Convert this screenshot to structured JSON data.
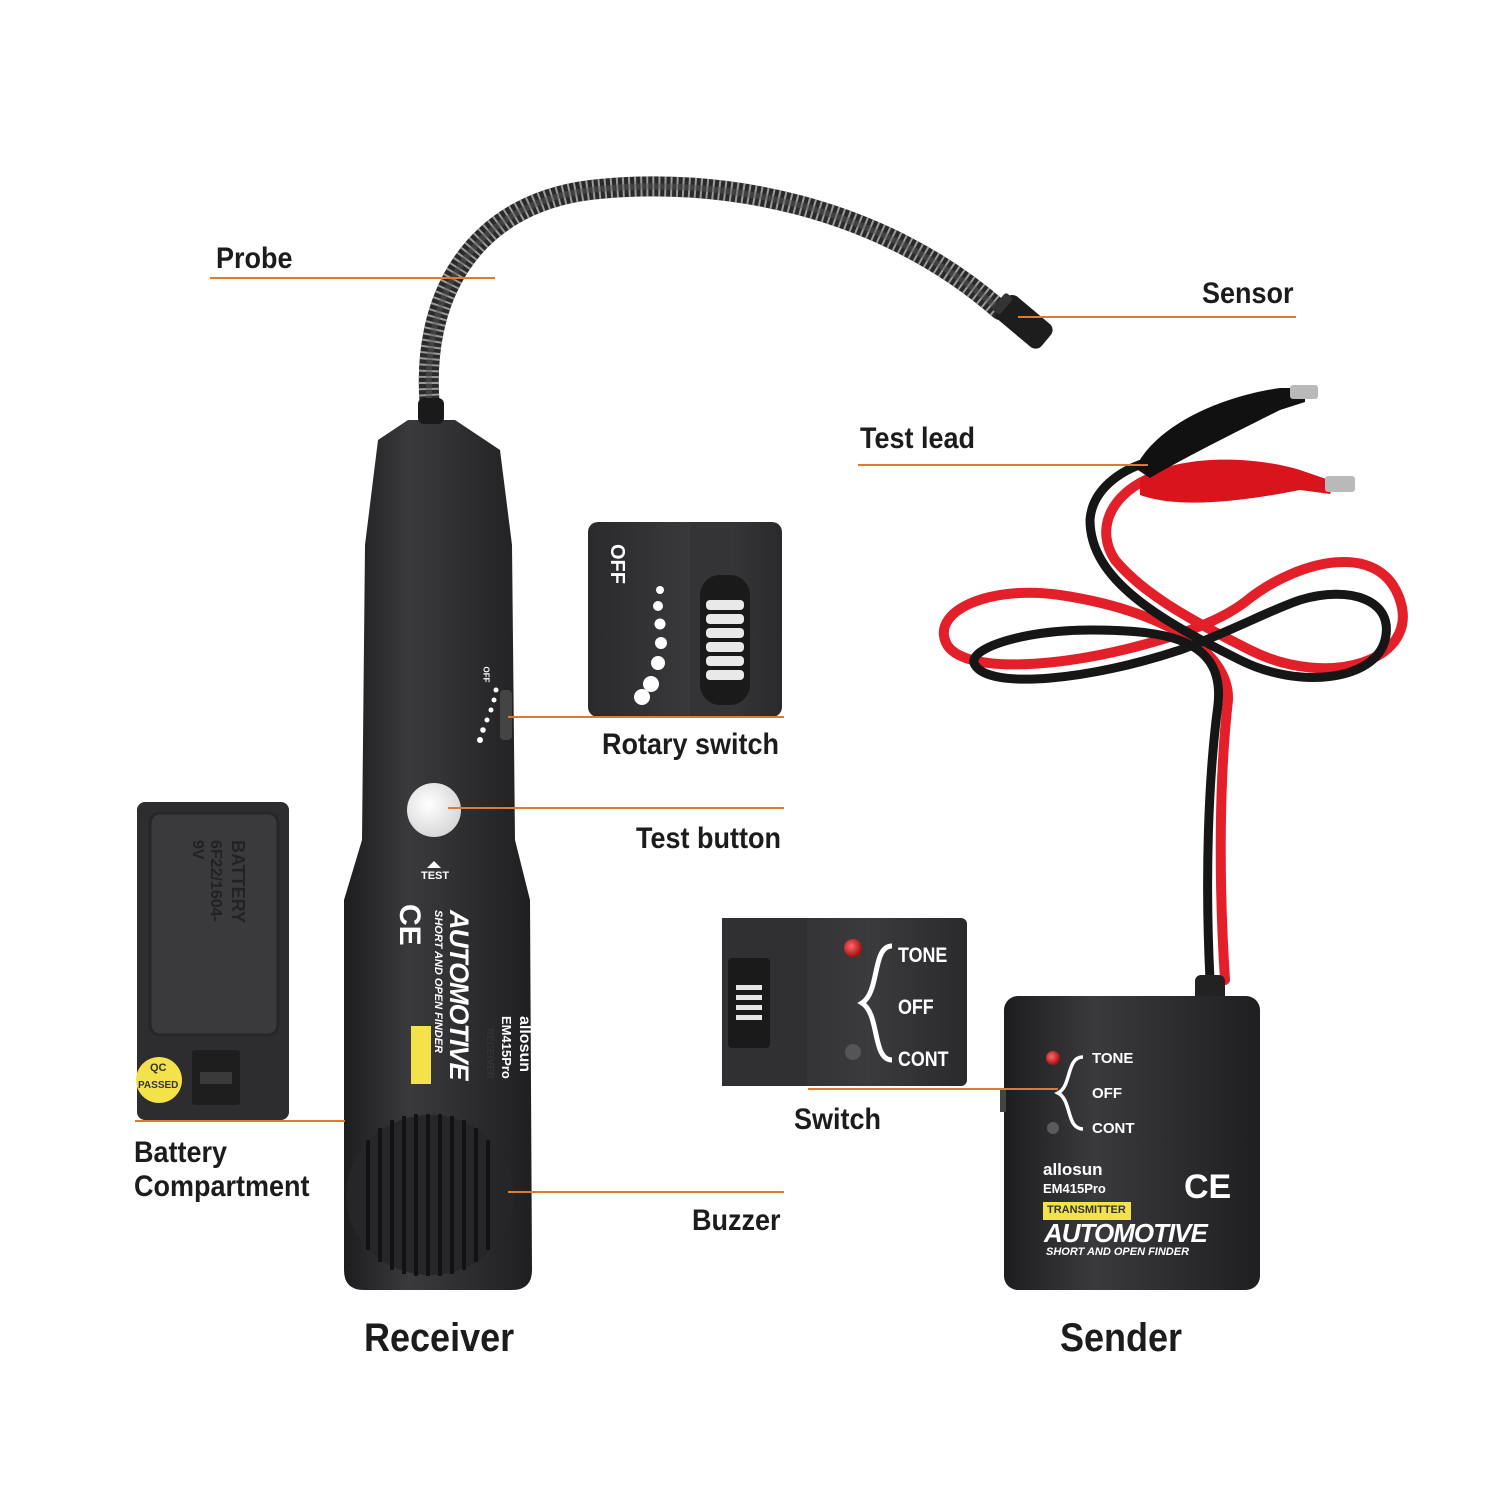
{
  "labels": {
    "probe": "Probe",
    "sensor": "Sensor",
    "test_lead": "Test lead",
    "rotary_switch": "Rotary switch",
    "test_button": "Test button",
    "battery_line1": "Battery",
    "battery_line2": "Compartment",
    "buzzer": "Buzzer",
    "switch": "Switch"
  },
  "captions": {
    "receiver": "Receiver",
    "sender": "Sender"
  },
  "receiver_device": {
    "brand": "allosun",
    "model": "EM415Pro",
    "badge": "RECEIVER",
    "title": "AUTOMOTIVE",
    "subtitle": "SHORT AND OPEN FINDER",
    "test_mark": "TEST",
    "off_mark": "OFF",
    "ce": "CE"
  },
  "rotary_inset": {
    "off": "OFF"
  },
  "battery_cover": {
    "text1": "BATTERY",
    "text2": "6F22/1604-9V",
    "qc1": "QC",
    "qc2": "PASSED"
  },
  "switch_inset": {
    "tone": "TONE",
    "off": "OFF",
    "cont": "CONT"
  },
  "sender_device": {
    "tone": "TONE",
    "off": "OFF",
    "cont": "CONT",
    "brand": "allosun",
    "model": "EM415Pro",
    "badge": "TRANSMITTER",
    "title": "AUTOMOTIVE",
    "subtitle": "SHORT AND OPEN FINDER",
    "ce": "CE"
  },
  "colors": {
    "leader_line": "#e07a2e",
    "device_body": "#2b2b2d",
    "wire_red": "#e3202a",
    "wire_black": "#161616",
    "badge_yellow": "#f4e24a"
  }
}
